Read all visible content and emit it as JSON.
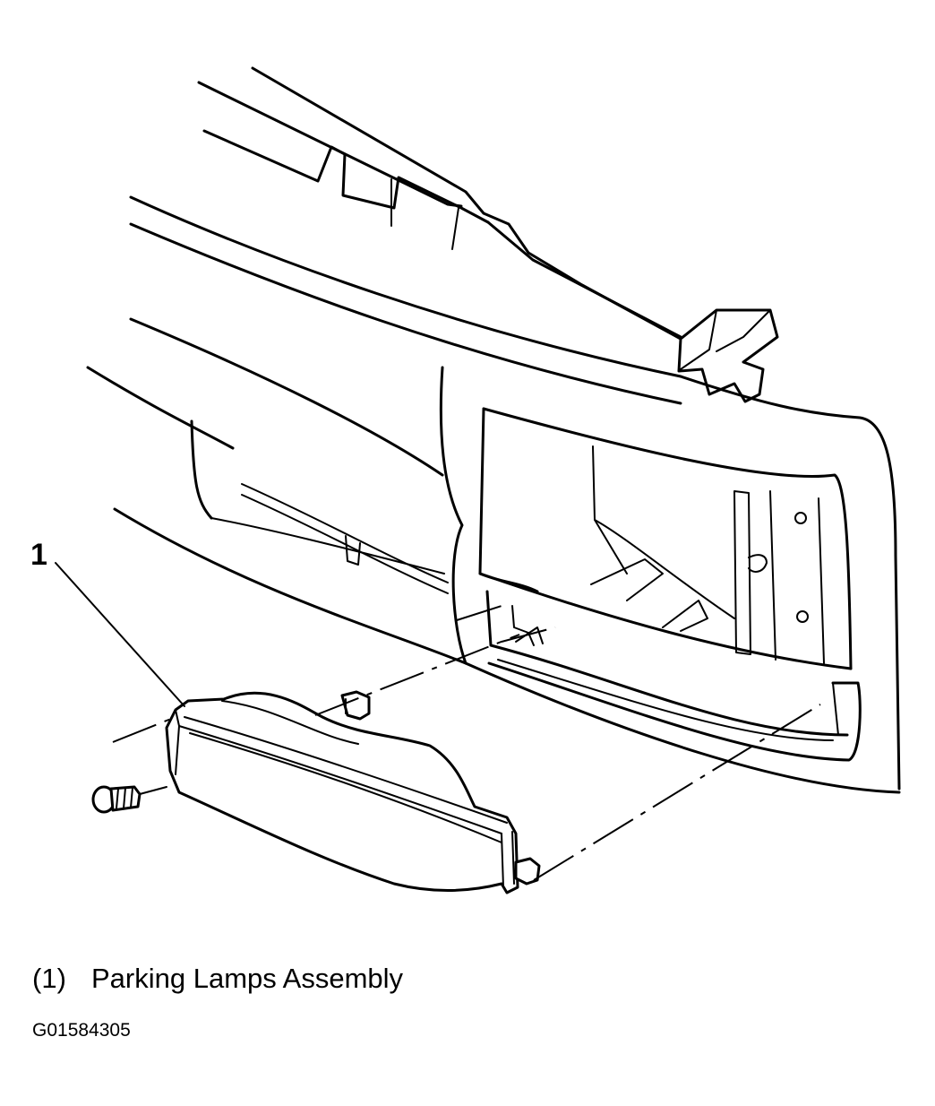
{
  "callout": {
    "number": "1"
  },
  "legend": [
    {
      "number": "(1)",
      "label": "Parking Lamps Assembly"
    }
  ],
  "figure_id": "G01584305",
  "icons": [
    "screw-icon",
    "clip-icon"
  ]
}
